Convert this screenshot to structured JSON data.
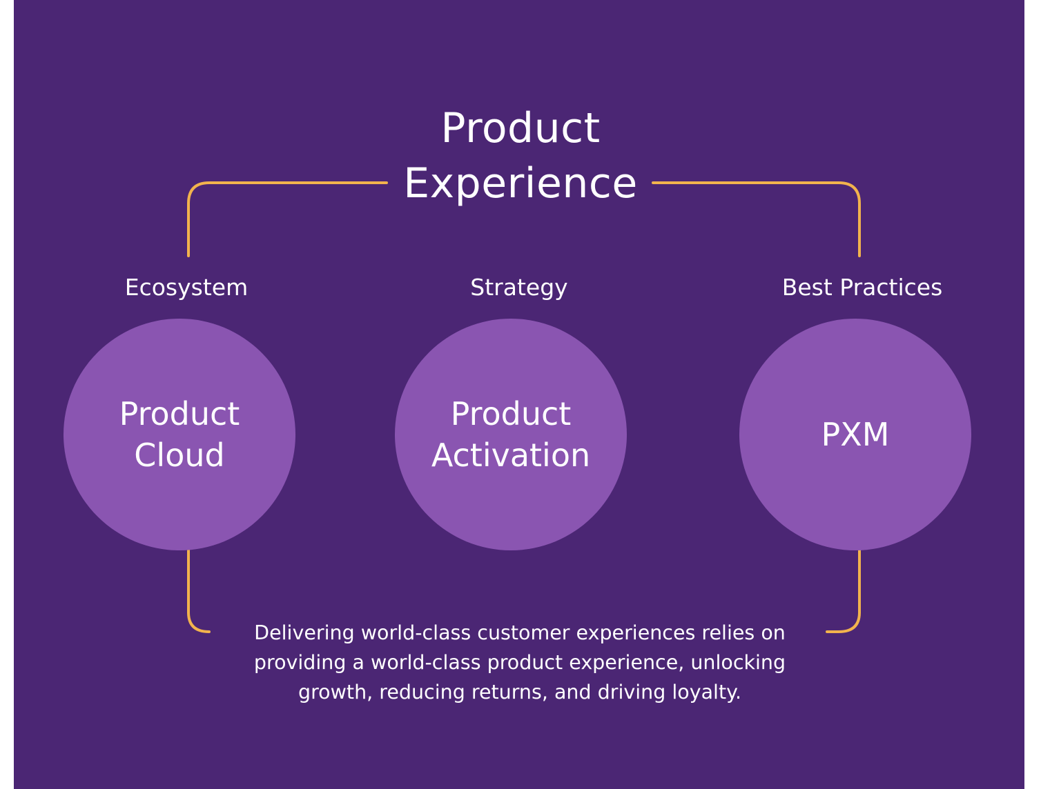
{
  "diagram": {
    "title_lines": [
      "Product",
      "Experience"
    ],
    "pillars": [
      {
        "label": "Ecosystem",
        "circle_lines": [
          "Product",
          "Cloud"
        ]
      },
      {
        "label": "Strategy",
        "circle_lines": [
          "Product",
          "Activation"
        ]
      },
      {
        "label": "Best Practices",
        "circle_lines": [
          "PXM"
        ]
      }
    ],
    "caption_lines": [
      "Delivering world-class customer experiences relies on",
      "providing a world-class product experience, unlocking",
      "growth, reducing returns, and driving loyalty."
    ]
  },
  "colors": {
    "background": "#4b2674",
    "circle": "#8a55b1",
    "connector": "#f2b34d",
    "text": "#ffffff"
  }
}
